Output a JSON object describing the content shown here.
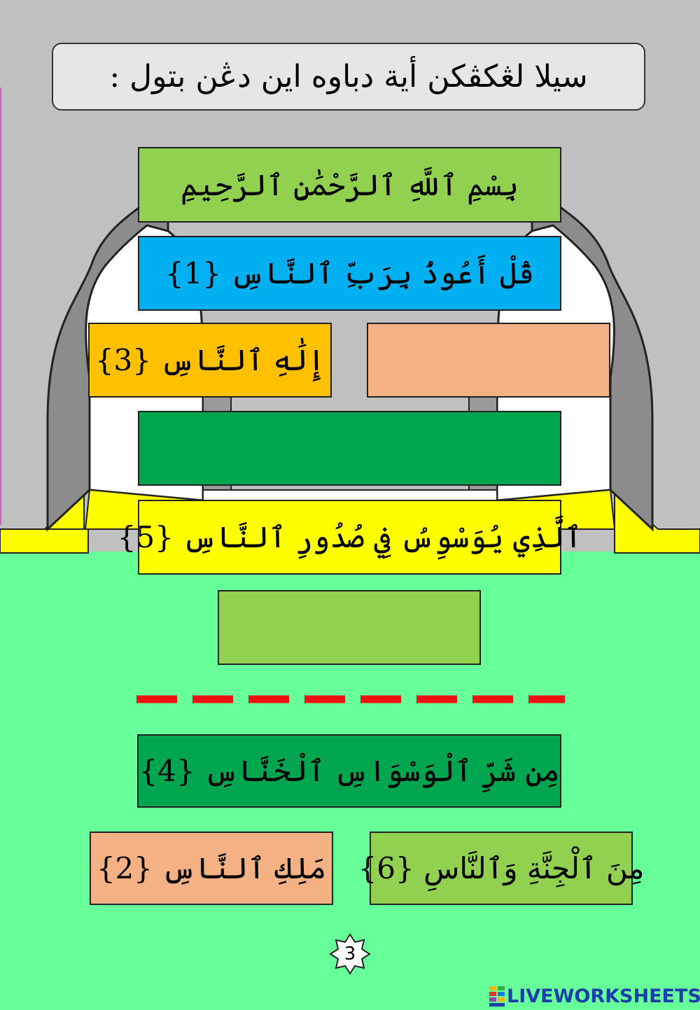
{
  "instruction": "سيلا لڠكڤكن أية دباوه اين دڠن بتول :",
  "colors": {
    "wall": "#c0c0c0",
    "floor": "#66ff99",
    "arch_dark": "#8c8c8c",
    "arch_light": "#ffffff",
    "yellow_trim": "#ffff00",
    "dash": "#ee1111"
  },
  "slots": {
    "basmalah": {
      "text": "بِسْمِ ٱللَّهِ ٱلرَّحْمَٰنِ ٱلرَّحِيمِ",
      "color": "#92d050"
    },
    "verse1": {
      "text": "قُلْ أَعُوذُ بِرَبِّ ٱلنَّاسِ {1}",
      "color": "#00b0f0"
    },
    "verse3": {
      "text": "إِلَٰهِ ٱلنَّاسِ {3}",
      "color": "#ffc000"
    },
    "empty_peach": {
      "text": "",
      "color": "#f4b183"
    },
    "empty_green": {
      "text": "",
      "color": "#00a550"
    },
    "verse5": {
      "text": "ٱلَّذِي يُوَسْوِسُ فِي صُدُورِ ٱلنَّاسِ {5}",
      "color": "#ffff00"
    },
    "empty_lightgreen": {
      "text": "",
      "color": "#92d050"
    }
  },
  "answers": {
    "verse4": {
      "text": "مِن شَرِّ ٱلْوَسْوَاسِ ٱلْخَنَّاسِ {4}",
      "color": "#00a550"
    },
    "verse2": {
      "text": "مَلِكِ ٱلنَّاسِ {2}",
      "color": "#f4b183"
    },
    "verse6": {
      "text": "مِنَ ٱلْجِنَّةِ وَٱلنَّاسِ {6}",
      "color": "#92d050"
    }
  },
  "page_number": "3",
  "brand": "LIVEWORKSHEETS",
  "icons": {
    "page_badge": "octagram-badge-icon",
    "brand_logo": "liveworksheets-logo-icon"
  }
}
